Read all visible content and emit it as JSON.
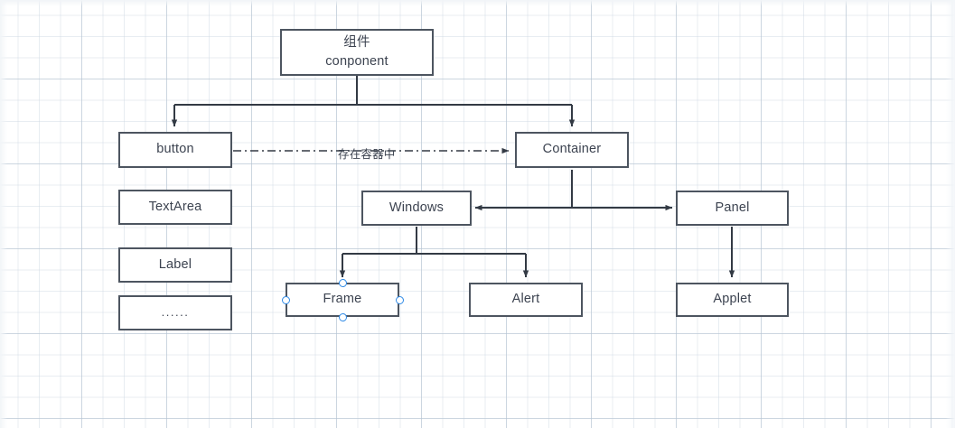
{
  "canvas": {
    "background_color": "#ffffff",
    "grid_minor_color": "#ced7e2",
    "grid_major_color": "#b4c3d2",
    "node_border_color": "#4d5560",
    "node_fill_color": "#ffffff",
    "text_color": "#3c4350",
    "link_color": "#333a44",
    "handle_color": "#2e8ae6"
  },
  "nodes": {
    "component": {
      "label": "组件\nconponent"
    },
    "button": {
      "label": "button"
    },
    "container": {
      "label": "Container"
    },
    "textarea": {
      "label": "TextArea"
    },
    "label": {
      "label": "Label"
    },
    "ellipsis": {
      "label": "......"
    },
    "windows": {
      "label": "Windows"
    },
    "panel": {
      "label": "Panel"
    },
    "frame": {
      "label": "Frame"
    },
    "alert": {
      "label": "Alert"
    },
    "applet": {
      "label": "Applet"
    }
  },
  "edges": {
    "button_container": {
      "label": "存在容器中",
      "style": "dash-dot",
      "direction": "to-container"
    },
    "component_button": {
      "label": "",
      "style": "solid"
    },
    "component_container": {
      "label": "",
      "style": "solid"
    },
    "container_windows": {
      "label": "",
      "style": "solid"
    },
    "container_panel": {
      "label": "",
      "style": "solid"
    },
    "windows_frame": {
      "label": "",
      "style": "solid"
    },
    "windows_alert": {
      "label": "",
      "style": "solid"
    },
    "panel_applet": {
      "label": "",
      "style": "solid"
    }
  },
  "selection": {
    "selected_node": "frame",
    "handles": [
      "top",
      "right",
      "bottom",
      "left"
    ]
  }
}
